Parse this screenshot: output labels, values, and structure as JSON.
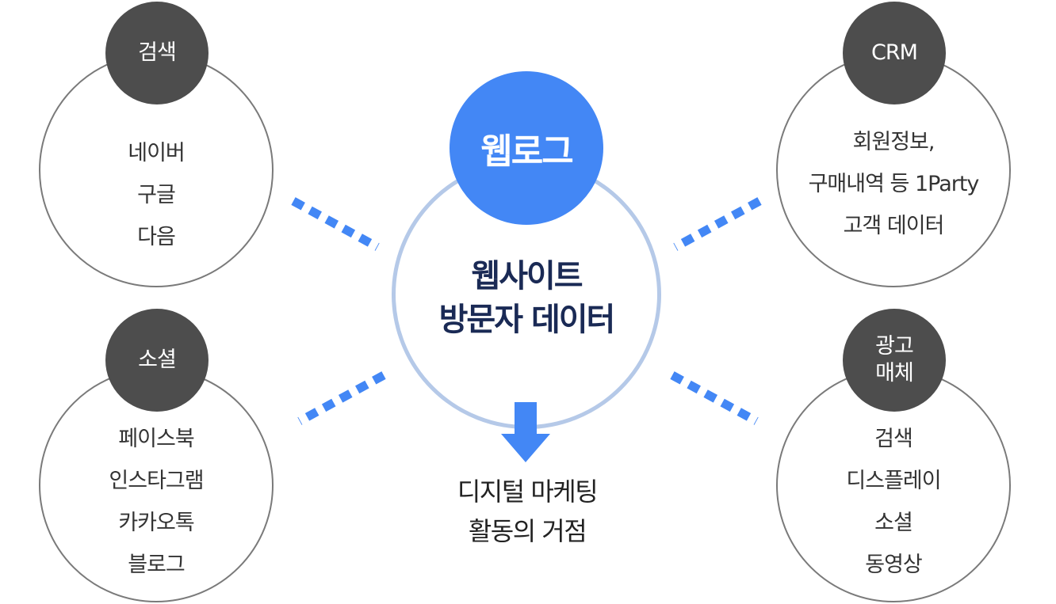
{
  "center": {
    "badge": "웹로그",
    "title_lines": [
      "웹사이트",
      "방문자 데이터"
    ],
    "result_lines": [
      "디지털 마케팅",
      "활동의 거점"
    ]
  },
  "nodes": [
    {
      "badge": "검색",
      "items": [
        "네이버",
        "구글",
        "다음"
      ]
    },
    {
      "badge": "CRM",
      "items": [
        "회원정보,",
        "구매내역 등 1Party",
        "고객 데이터"
      ]
    },
    {
      "badge": "소셜",
      "items": [
        "페이스북",
        "인스타그램",
        "카카오톡",
        "블로그"
      ]
    },
    {
      "badge": "광고\n매체",
      "items": [
        "검색",
        "디스플레이",
        "소셜",
        "동영상"
      ]
    }
  ],
  "colors": {
    "accent_blue": "#4387f5",
    "center_ring": "#b5c9e8",
    "badge_dark": "#4d4d4d",
    "ring_gray": "#7a7a7a",
    "connector_dots": "#4387f5"
  },
  "icons": {
    "arrow": "down-arrow-icon"
  }
}
